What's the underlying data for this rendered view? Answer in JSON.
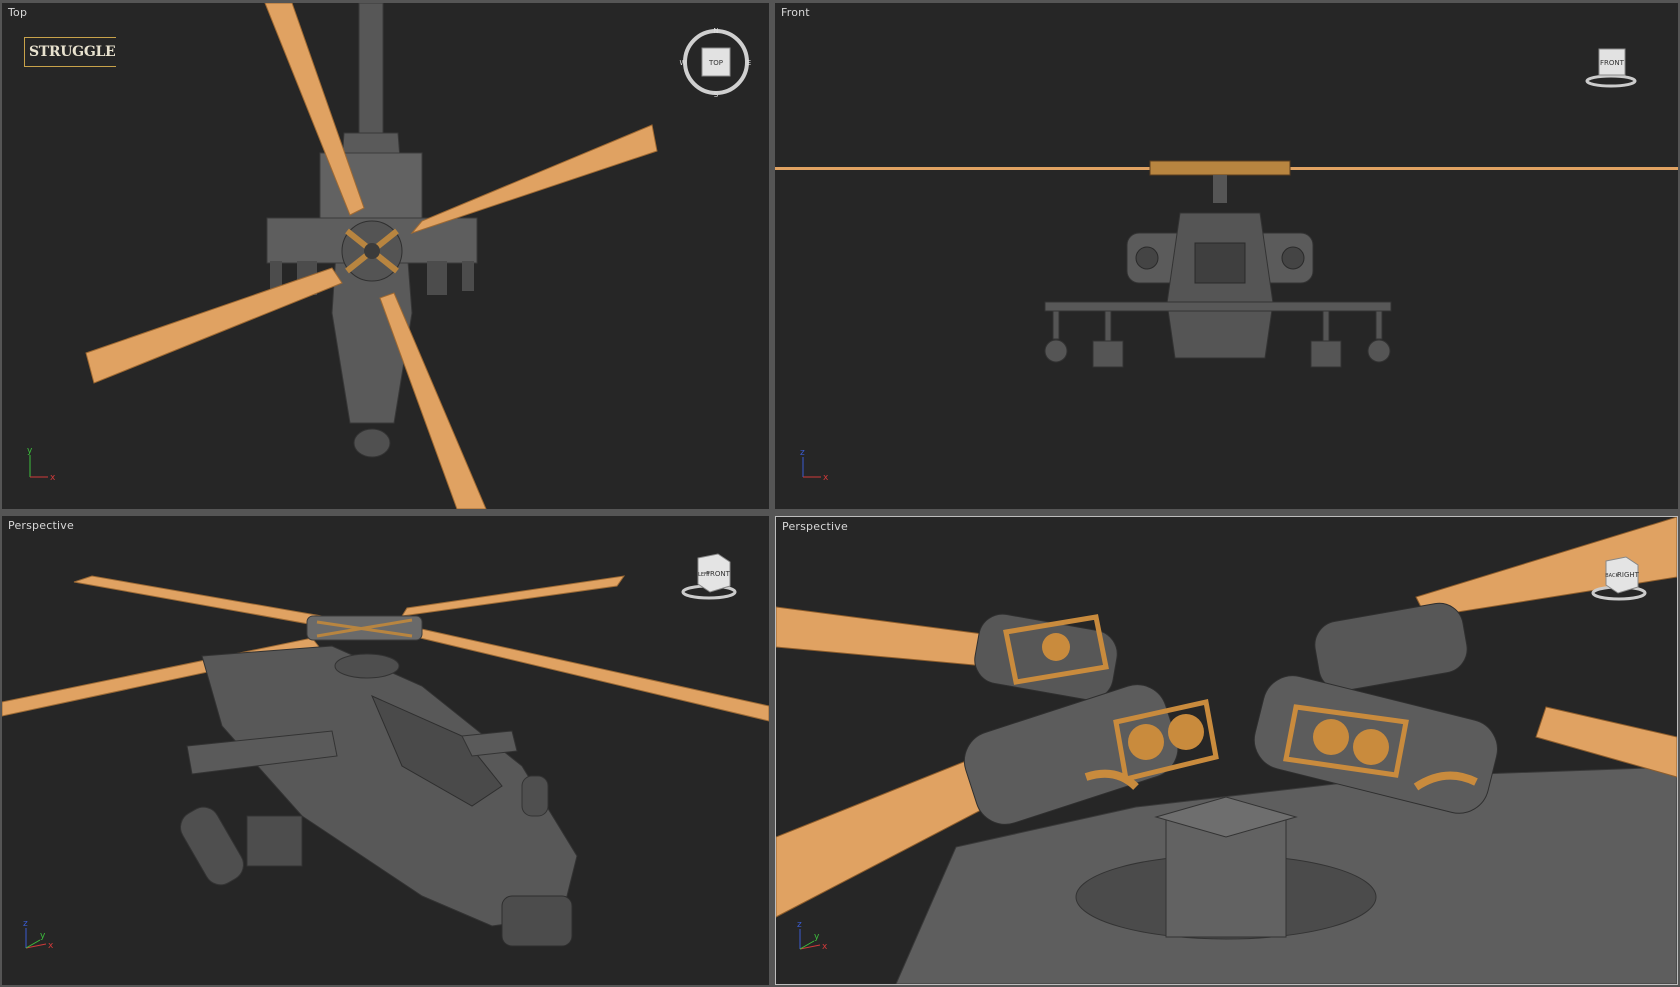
{
  "viewports": {
    "top_left": {
      "label": "Top",
      "cube_face": "TOP",
      "compass": [
        "N",
        "E",
        "S",
        "W"
      ]
    },
    "top_right": {
      "label": "Front",
      "cube_face": "FRONT"
    },
    "bottom_left": {
      "label": "Perspective",
      "cube_face": "FRONT",
      "cube_side": "LEFT"
    },
    "bottom_right": {
      "label": "Perspective",
      "cube_face": "RIGHT",
      "cube_side": "BACK"
    }
  },
  "logo": {
    "text": "STRUGGLE"
  },
  "axis": {
    "x": "x",
    "y": "y",
    "z": "z"
  },
  "colors": {
    "viewport_bg": "#262626",
    "blade": "#e0a262",
    "hull": "#5c5c5c",
    "border_active": "#bdbdbd",
    "logo_border": "#c8a24a"
  },
  "icons": {
    "view_cube": "viewcube-icon",
    "axis_tripod": "axis-tripod-icon"
  }
}
